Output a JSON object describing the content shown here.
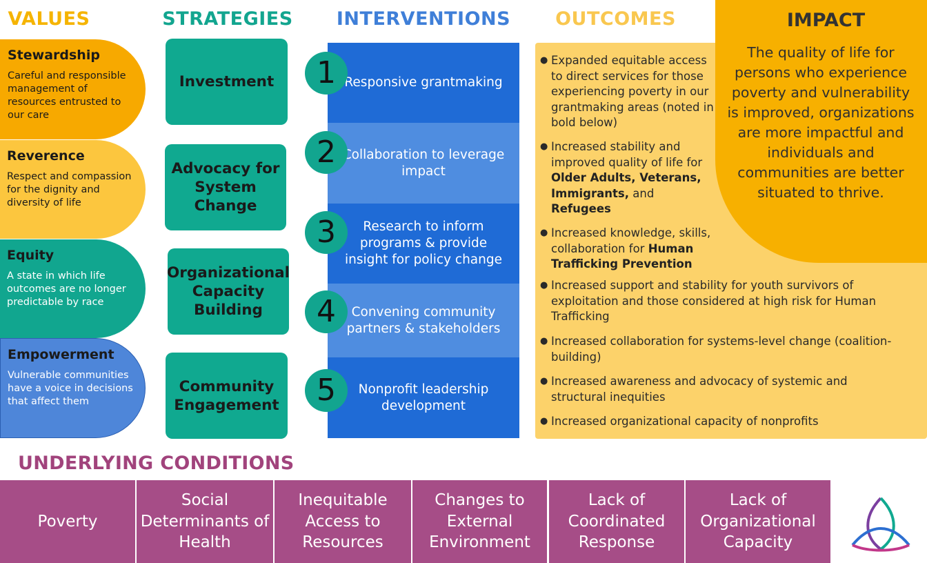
{
  "headings": {
    "values": "VALUES",
    "strategies": "STRATEGIES",
    "interventions": "INTERVENTIONS",
    "outcomes": "OUTCOMES",
    "impact": "IMPACT"
  },
  "values": [
    {
      "title": "Stewardship",
      "desc": "Careful and responsible management of resources entrusted to our care"
    },
    {
      "title": "Reverence",
      "desc": "Respect and compassion for the dignity and diversity of life"
    },
    {
      "title": "Equity",
      "desc": "A state in which life outcomes are no longer predictable by race"
    },
    {
      "title": "Empowerment",
      "desc": "Vulnerable communities have a voice in decisions that affect them"
    }
  ],
  "strategies": [
    "Investment",
    "Advocacy for System Change",
    "Organizational Capacity Building",
    "Community Engagement"
  ],
  "interventions": [
    {
      "number": "1",
      "label": "Responsive grantmaking"
    },
    {
      "number": "2",
      "label": "Collaboration to leverage impact"
    },
    {
      "number": "3",
      "label": "Research to inform programs & provide insight for policy change"
    },
    {
      "number": "4",
      "label": "Convening community partners & stakeholders"
    },
    {
      "number": "5",
      "label": "Nonprofit leadership development"
    }
  ],
  "outcomes": {
    "bullet": "●",
    "item_0": "Expanded equitable access to direct services for those experiencing poverty in our grantmaking areas (noted in bold below)",
    "item_1_pre": "Increased stability and improved quality of life for ",
    "item_1_bold_a": "Older Adults, Veterans, Immigrants,",
    "item_1_mid": " and ",
    "item_1_bold_b": "Refugees",
    "item_2_pre": "Increased knowledge, skills, collaboration for ",
    "item_2_bold": "Human Trafficking Prevention",
    "item_3": "Increased support and stability for youth survivors of exploitation and those considered at high risk for Human Trafficking",
    "item_4": "Increased collaboration for systems-level change (coalition-building)",
    "item_5": "Increased awareness and advocacy of systemic and structural inequities",
    "item_6": "Increased organizational capacity of nonprofits"
  },
  "impact": {
    "text": "The quality of life for persons who experience poverty and vulnerability is improved, organizations are more impactful and individuals and communities are better situated to thrive."
  },
  "underlying_conditions": {
    "title": "UNDERLYING CONDITIONS",
    "items": [
      "Poverty",
      "Social Determinants of Health",
      "Inequitable Access to Resources",
      "Changes to External Environment",
      "Lack of Coordinated Response",
      "Lack of Organizational Capacity"
    ]
  },
  "colors": {
    "values_heading": "#F5B400",
    "strategies_teal": "#10A990",
    "interventions_blue": "#1F6BD6",
    "outcomes_yellow": "#FCD26A",
    "impact_orange": "#F7B000",
    "conditions_purple": "#A64D87"
  },
  "logo": {
    "icon": "trinity-knot-logo-icon"
  }
}
